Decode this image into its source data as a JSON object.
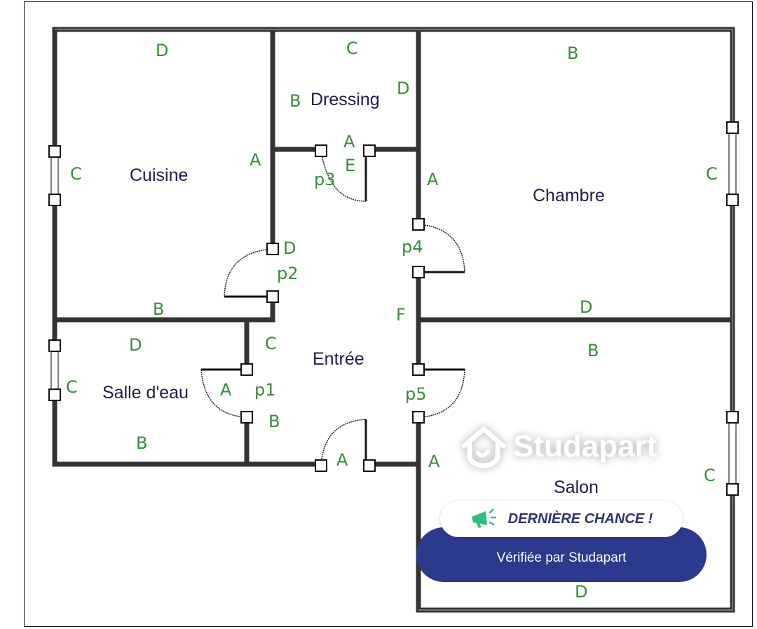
{
  "rooms": {
    "cuisine": "Cuisine",
    "dressing": "Dressing",
    "chambre": "Chambre",
    "entree": "Entrée",
    "salle_deau": "Salle d'eau",
    "salon": "Salon"
  },
  "doors": [
    "p1",
    "p2",
    "p3",
    "p4",
    "p5"
  ],
  "wall_labels": {
    "cuisine": [
      "D",
      "C",
      "A",
      "B"
    ],
    "dressing": [
      "C",
      "B",
      "D",
      "A",
      "E"
    ],
    "chambre": [
      "B",
      "A",
      "C",
      "D"
    ],
    "entree": [
      "D",
      "C",
      "F",
      "B",
      "A"
    ],
    "salle_deau": [
      "D",
      "C",
      "A",
      "B"
    ],
    "salon": [
      "B",
      "A",
      "C",
      "D"
    ]
  },
  "overlay": {
    "brand": "Studapart",
    "badge": "DERNIÈRE CHANCE !",
    "badge_icon": "megaphone-icon",
    "verified": "Vérifiée par Studapart",
    "colors": {
      "primary": "#2b3a8c",
      "accent": "#2dbf7f",
      "label_green": "#3a8a3a"
    }
  }
}
